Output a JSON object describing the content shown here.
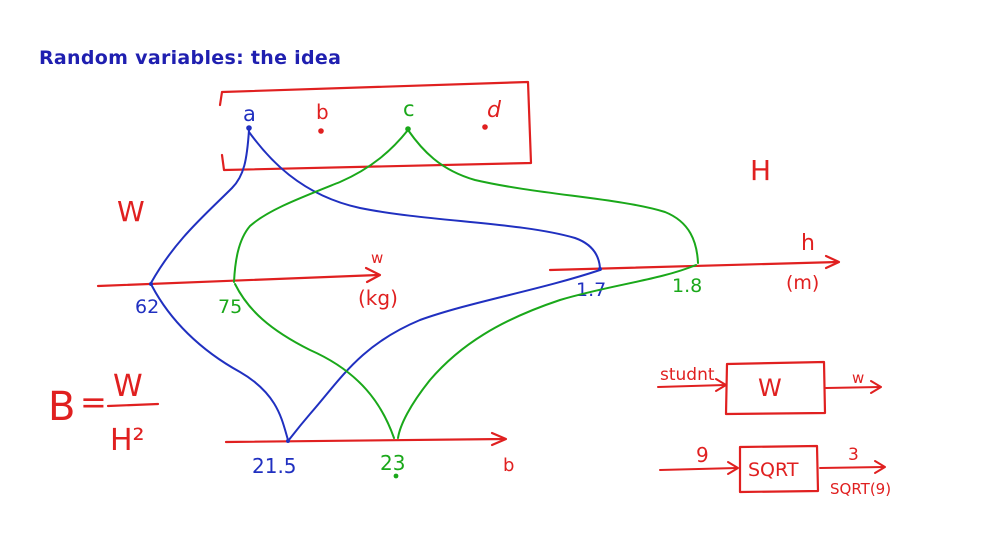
{
  "slide": {
    "title": "Random variables: the idea"
  },
  "colors": {
    "red": "#e02020",
    "blue": "#2030c0",
    "green": "#1aa81a",
    "title": "#1f1fb0"
  },
  "sample_space": {
    "outcomes": [
      "a",
      "b",
      "c",
      "d"
    ]
  },
  "variables": {
    "W": "W",
    "H": "H",
    "B_formula": {
      "lhs": "B",
      "eq": "=",
      "num": "W",
      "den": "H²"
    }
  },
  "axes": {
    "w": {
      "name": "w",
      "unit": "(kg)",
      "ticks": [
        "62",
        "75"
      ]
    },
    "h": {
      "name": "h",
      "unit": "(m)",
      "ticks": [
        "1.7",
        "1.8"
      ]
    },
    "b": {
      "name": "b",
      "ticks": [
        "21.5",
        "23"
      ]
    }
  },
  "function_boxes": {
    "student_box": {
      "input": "studnt",
      "label": "W",
      "output": "w"
    },
    "sqrt_box": {
      "input": "9",
      "label": "SQRT",
      "output": "3",
      "output_label": "SQRT(9)"
    }
  }
}
